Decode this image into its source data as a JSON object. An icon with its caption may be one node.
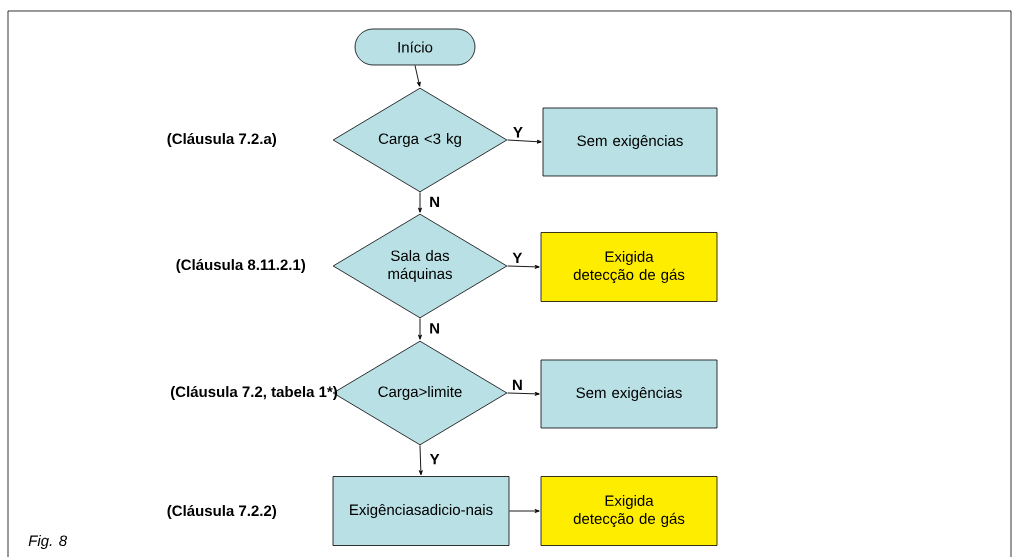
{
  "diagram": {
    "caption": "Fig. 8",
    "nodes": [
      {
        "text": [
          "Início"
        ]
      },
      {
        "text": [
          "Carga <3 kg"
        ]
      },
      {
        "text": [
          "Sem exigências"
        ]
      },
      {
        "text": [
          "Sala das máquinas"
        ]
      },
      {
        "text": [
          "Exigida detecção de gás"
        ]
      },
      {
        "text": [
          "Carga>limite"
        ]
      },
      {
        "text": [
          "Sem exigências"
        ]
      },
      {
        "text": [
          "Exigênciasadicio-nais"
        ]
      },
      {
        "text": [
          "Exigida detecção de gás"
        ]
      }
    ],
    "edges": [
      {
        "from": 0,
        "to": 1,
        "arrow": "to"
      },
      {
        "from": 1,
        "to": 2,
        "arrow": "to",
        "label": "Y"
      },
      {
        "from": 1,
        "to": 3,
        "arrow": "to",
        "label": "N"
      },
      {
        "from": 3,
        "to": 4,
        "arrow": "to",
        "label": "Y"
      },
      {
        "from": 3,
        "to": 5,
        "arrow": "to",
        "label": "N"
      },
      {
        "from": 5,
        "to": 6,
        "arrow": "to",
        "label": "N"
      },
      {
        "from": 5,
        "to": 7,
        "arrow": "to",
        "label": "Y"
      },
      {
        "from": 7,
        "to": 8,
        "arrow": "to"
      }
    ],
    "labels": [
      "(Cláusula 7.2.a)",
      "(Cláusula 8.11.2.1)",
      "(Cláusula 7.2, tabela 1*)",
      "(Cláusula 7.2.2)"
    ]
  }
}
